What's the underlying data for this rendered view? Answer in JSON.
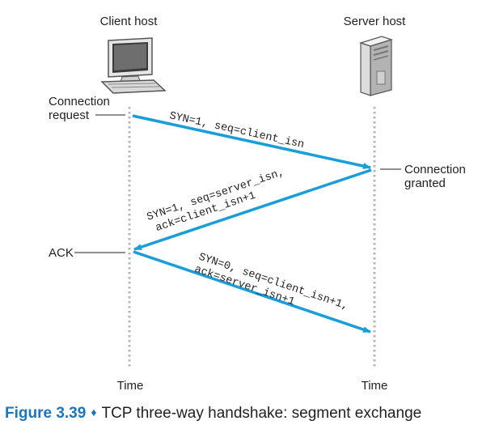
{
  "hosts": {
    "client_label": "Client host",
    "server_label": "Server host",
    "client_icon": "desktop-computer-icon",
    "server_icon": "server-tower-icon"
  },
  "time_labels": {
    "client": "Time",
    "server": "Time"
  },
  "events": {
    "connection_request": [
      "Connection",
      "request"
    ],
    "connection_granted": [
      "Connection",
      "granted"
    ],
    "ack": "ACK"
  },
  "segments": [
    {
      "lines": [
        "SYN=1, seq=client_isn"
      ],
      "direction": "client-to-server"
    },
    {
      "lines": [
        "SYN=1, seq=server_isn,",
        "ack=client_isn+1"
      ],
      "direction": "server-to-client"
    },
    {
      "lines": [
        "SYN=0, seq=client_isn+1,",
        "ack=server_isn+1"
      ],
      "direction": "client-to-server"
    }
  ],
  "caption": {
    "figure": "Figure 3.39",
    "separator": "♦",
    "text": "TCP three-way handshake: segment exchange"
  },
  "colors": {
    "arrow": "#1a9ed9",
    "timeline": "#b6b6b6",
    "caption_accent": "#1a76bf",
    "text": "#231f20"
  }
}
